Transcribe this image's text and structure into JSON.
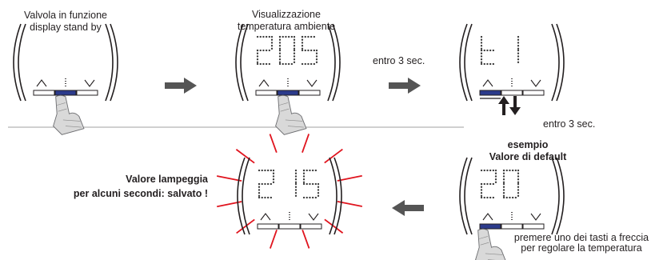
{
  "steps": [
    {
      "caption": [
        "Valvola in funzione",
        "display stand by"
      ],
      "display": [
        "",
        "",
        ""
      ]
    },
    {
      "caption": [
        "Visualizzazione",
        "temperatura ambiente"
      ],
      "display": [
        "2",
        "0",
        "S"
      ]
    },
    {
      "caption": [],
      "display": [
        "t",
        "1",
        ""
      ]
    },
    {
      "caption": [
        "esempio",
        "Valore di default"
      ],
      "display": [
        "2",
        "0",
        ""
      ]
    },
    {
      "caption": [
        "Valore lampeggia",
        "per alcuni secondi: salvato !"
      ],
      "display": [
        "2",
        "1",
        "5"
      ]
    }
  ],
  "arrow_labels": {
    "step2_to_step3": "entro 3 sec.",
    "step3_to_step4": "entro 3 sec."
  },
  "instruction": [
    "premere uno dei tasti a freccia",
    "per regolare la temperatura"
  ],
  "colors": {
    "ink": "#231f20",
    "segment_dots": "#3a3a3a",
    "arrow": "#555555",
    "flash_rays": "#e0141e",
    "pressed_key": "#2c3b8c",
    "finger": "#d9d9d9",
    "divider": "#b5b5b5"
  },
  "icons": [
    "up-arrow-key-icon",
    "menu-dots-key-icon",
    "down-arrow-key-icon",
    "finger-press-icon",
    "flow-arrow-icon",
    "double-arrow-icon",
    "flash-ray-icon"
  ]
}
